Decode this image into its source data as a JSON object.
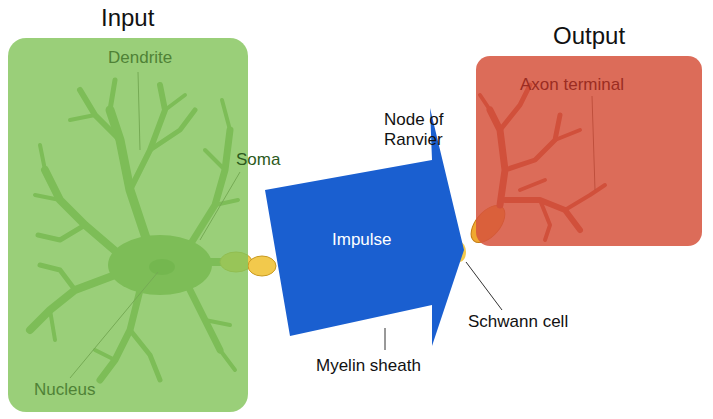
{
  "diagram": {
    "nodes": [
      {
        "text": [
          "Input"
        ]
      },
      {
        "text": [
          "Impulse"
        ]
      },
      {
        "text": [
          "Output"
        ]
      }
    ],
    "labels": [
      "Dendrite",
      "Soma",
      "Nucleus",
      "Node of Ranvier",
      "Schwann cell",
      "Myelin sheath",
      "Axon terminal"
    ]
  }
}
